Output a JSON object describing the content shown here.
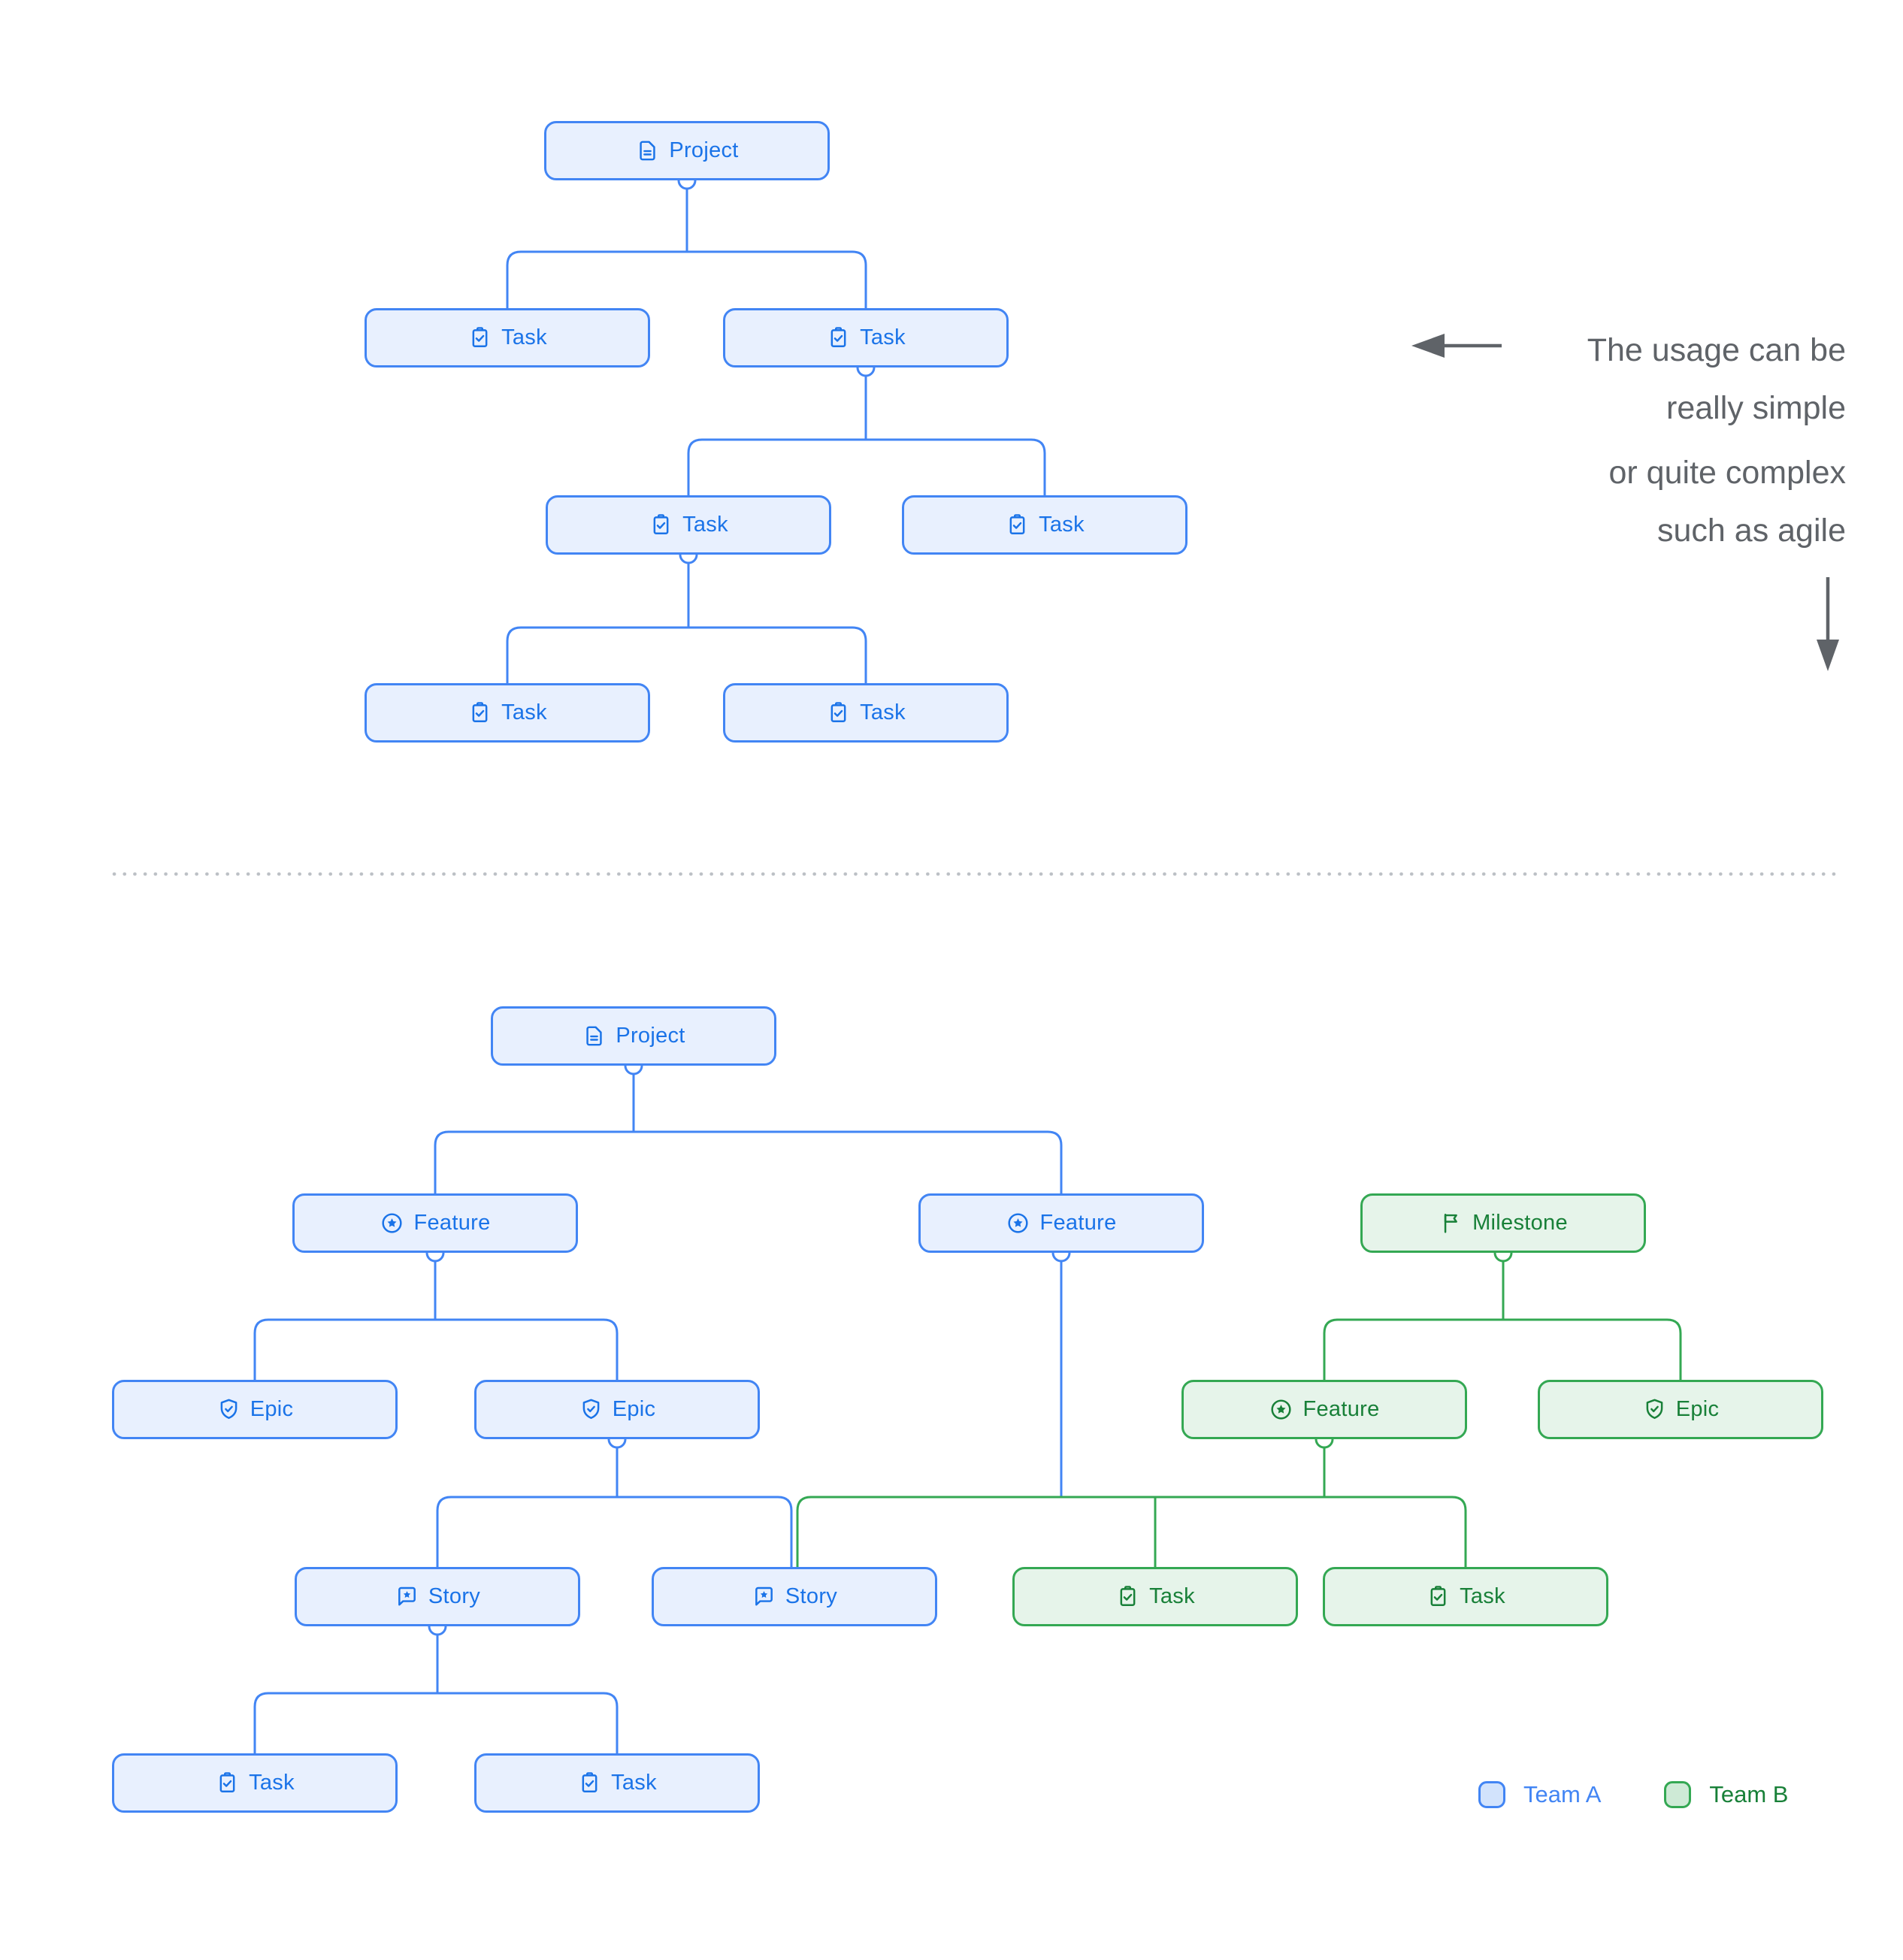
{
  "annotation": {
    "para1_line1": "The usage can be",
    "para1_line2": "really simple",
    "para2_line1": "or quite complex",
    "para2_line2": "such as agile"
  },
  "legend": {
    "team_a_label": "Team A",
    "team_b_label": "Team B"
  },
  "colors": {
    "team_a_border": "#4285f4",
    "team_a_fill": "#e8f0fe",
    "team_a_text": "#1a73e8",
    "team_b_border": "#34a853",
    "team_b_fill": "#e6f4ea",
    "team_b_text": "#188038",
    "annotation_text": "#5f6368",
    "divider": "#bdc1c6"
  },
  "top_tree": {
    "nodes": [
      {
        "label": "Project",
        "icon": "project-icon",
        "team": "A"
      },
      {
        "label": "Task",
        "icon": "task-icon",
        "team": "A"
      },
      {
        "label": "Task",
        "icon": "task-icon",
        "team": "A"
      },
      {
        "label": "Task",
        "icon": "task-icon",
        "team": "A"
      },
      {
        "label": "Task",
        "icon": "task-icon",
        "team": "A"
      },
      {
        "label": "Task",
        "icon": "task-icon",
        "team": "A"
      },
      {
        "label": "Task",
        "icon": "task-icon",
        "team": "A"
      }
    ]
  },
  "bottom_tree": {
    "nodes": [
      {
        "label": "Project",
        "icon": "project-icon",
        "team": "A"
      },
      {
        "label": "Feature",
        "icon": "feature-icon",
        "team": "A"
      },
      {
        "label": "Feature",
        "icon": "feature-icon",
        "team": "A"
      },
      {
        "label": "Milestone",
        "icon": "milestone-icon",
        "team": "B"
      },
      {
        "label": "Epic",
        "icon": "epic-icon",
        "team": "A"
      },
      {
        "label": "Epic",
        "icon": "epic-icon",
        "team": "A"
      },
      {
        "label": "Feature",
        "icon": "feature-icon",
        "team": "B"
      },
      {
        "label": "Epic",
        "icon": "epic-icon",
        "team": "B"
      },
      {
        "label": "Story",
        "icon": "story-icon",
        "team": "A"
      },
      {
        "label": "Story",
        "icon": "story-icon",
        "team": "A"
      },
      {
        "label": "Task",
        "icon": "task-icon",
        "team": "B"
      },
      {
        "label": "Task",
        "icon": "task-icon",
        "team": "B"
      },
      {
        "label": "Task",
        "icon": "task-icon",
        "team": "A"
      },
      {
        "label": "Task",
        "icon": "task-icon",
        "team": "A"
      }
    ]
  }
}
